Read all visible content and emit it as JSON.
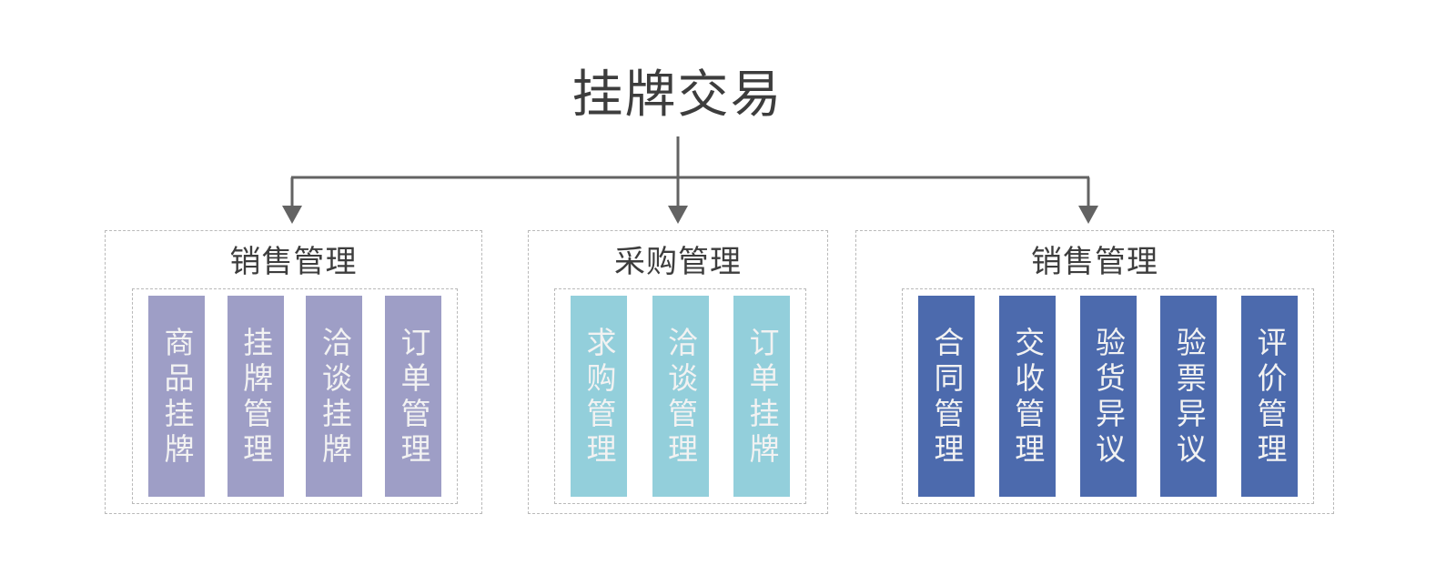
{
  "diagram": {
    "title": "挂牌交易",
    "connector_color": "#636363",
    "dashed_border_color": "#b9b9b9",
    "groups": [
      {
        "title": "销售管理",
        "accent_color": "#9e9ec6",
        "items": [
          {
            "label": "商品挂牌"
          },
          {
            "label": "挂牌管理"
          },
          {
            "label": "洽谈挂牌"
          },
          {
            "label": "订单管理"
          }
        ]
      },
      {
        "title": "采购管理",
        "accent_color": "#93cfdb",
        "items": [
          {
            "label": "求购管理"
          },
          {
            "label": "洽谈管理"
          },
          {
            "label": "订单挂牌"
          }
        ]
      },
      {
        "title": "销售管理",
        "accent_color": "#4c6aad",
        "items": [
          {
            "label": "合同管理"
          },
          {
            "label": "交收管理"
          },
          {
            "label": "验货异议"
          },
          {
            "label": "验票异议"
          },
          {
            "label": "评价管理"
          }
        ]
      }
    ]
  }
}
